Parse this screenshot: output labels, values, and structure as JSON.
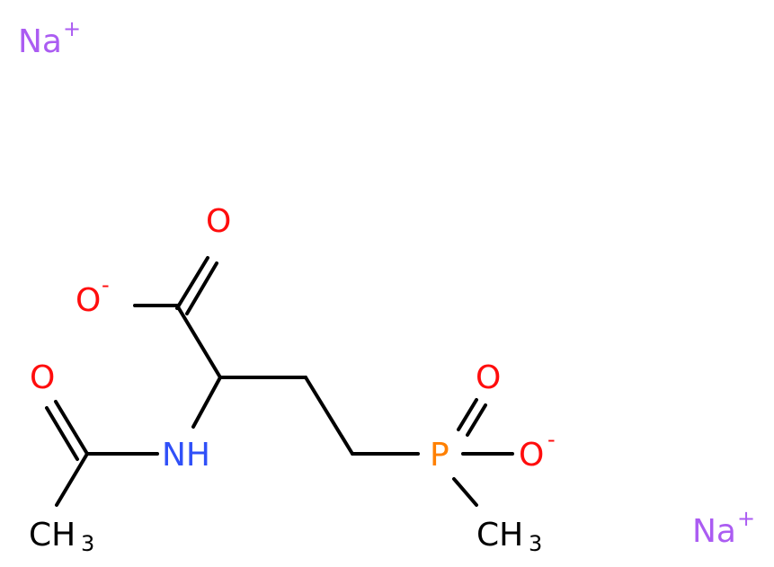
{
  "diagram": {
    "type": "chemical-structure",
    "colors": {
      "bond": "#000000",
      "carbon": "#000000",
      "oxygen": "#ff0d0d",
      "nitrogen": "#3050f8",
      "phosphorus": "#ff8000",
      "sodium": "#ab5cf2"
    },
    "atoms": {
      "na_top": {
        "symbol": "Na",
        "charge": "+"
      },
      "na_bottom": {
        "symbol": "Na",
        "charge": "+"
      },
      "o_carbonyl_acid": {
        "symbol": "O"
      },
      "o_carboxylate": {
        "symbol": "O",
        "charge": "-"
      },
      "o_amide": {
        "symbol": "O"
      },
      "nh": {
        "symbol": "NH"
      },
      "ch3_acetyl": {
        "symbol": "CH",
        "subscript": "3"
      },
      "p": {
        "symbol": "P"
      },
      "o_phosphinyl": {
        "symbol": "O"
      },
      "o_phosphinate": {
        "symbol": "O",
        "charge": "-"
      },
      "ch3_p": {
        "symbol": "CH",
        "subscript": "3"
      }
    }
  }
}
